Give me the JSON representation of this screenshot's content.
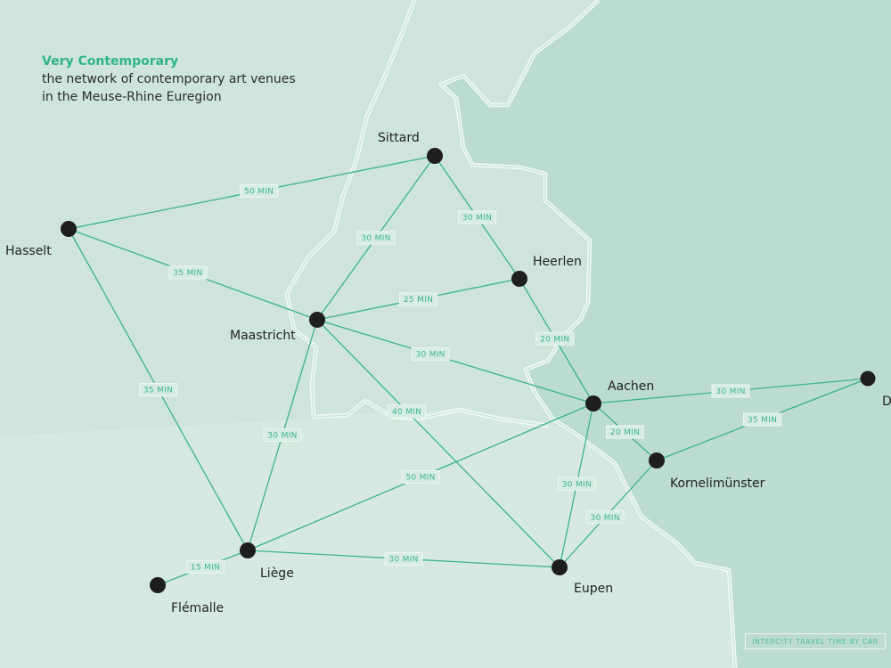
{
  "header": {
    "title": "Very Contemporary",
    "subtitle_line1": "the network of contemporary art venues",
    "subtitle_line2": "in the Meuse-Rhine Euregion"
  },
  "legend": {
    "label": "INTERCITY TRAVEL TIME BY CAR"
  },
  "colors": {
    "background": "#cfe5db",
    "region_right": "#bcdccf",
    "border_line": "#f2faf6",
    "route_line": "#3bb38a",
    "node": "#1e1e1e",
    "accent_title": "#2fb38a"
  },
  "cities": [
    {
      "id": "sittard",
      "name": "Sittard"
    },
    {
      "id": "hasselt",
      "name": "Hasselt"
    },
    {
      "id": "heerlen",
      "name": "Heerlen"
    },
    {
      "id": "maastricht",
      "name": "Maastricht"
    },
    {
      "id": "aachen",
      "name": "Aachen"
    },
    {
      "id": "duren",
      "name": "D"
    },
    {
      "id": "kornelimunster",
      "name": "Kornelimünster"
    },
    {
      "id": "liege",
      "name": "Liège"
    },
    {
      "id": "eupen",
      "name": "Eupen"
    },
    {
      "id": "flemalle",
      "name": "Flémalle"
    }
  ],
  "routes": [
    {
      "from": "hasselt",
      "to": "sittard",
      "label": "50 MIN"
    },
    {
      "from": "hasselt",
      "to": "maastricht",
      "label": "35 MIN"
    },
    {
      "from": "hasselt",
      "to": "liege",
      "label": "35 MIN"
    },
    {
      "from": "sittard",
      "to": "maastricht",
      "label": "30 MIN"
    },
    {
      "from": "sittard",
      "to": "heerlen",
      "label": "30 MIN"
    },
    {
      "from": "maastricht",
      "to": "heerlen",
      "label": "25 MIN"
    },
    {
      "from": "heerlen",
      "to": "aachen",
      "label": "20 MIN"
    },
    {
      "from": "maastricht",
      "to": "aachen",
      "label": "30 MIN"
    },
    {
      "from": "maastricht",
      "to": "eupen",
      "label": "40 MIN"
    },
    {
      "from": "maastricht",
      "to": "liege",
      "label": "30 MIN"
    },
    {
      "from": "aachen",
      "to": "duren",
      "label": "30 MIN"
    },
    {
      "from": "aachen",
      "to": "kornelimunster",
      "label": "20 MIN"
    },
    {
      "from": "kornelimunster",
      "to": "duren",
      "label": "35 MIN"
    },
    {
      "from": "aachen",
      "to": "eupen",
      "label": "30 MIN"
    },
    {
      "from": "kornelimunster",
      "to": "eupen",
      "label": "30 MIN"
    },
    {
      "from": "liege",
      "to": "aachen",
      "label": "50 MIN"
    },
    {
      "from": "liege",
      "to": "eupen",
      "label": "30 MIN"
    },
    {
      "from": "flemalle",
      "to": "liege",
      "label": "15 MIN"
    }
  ]
}
